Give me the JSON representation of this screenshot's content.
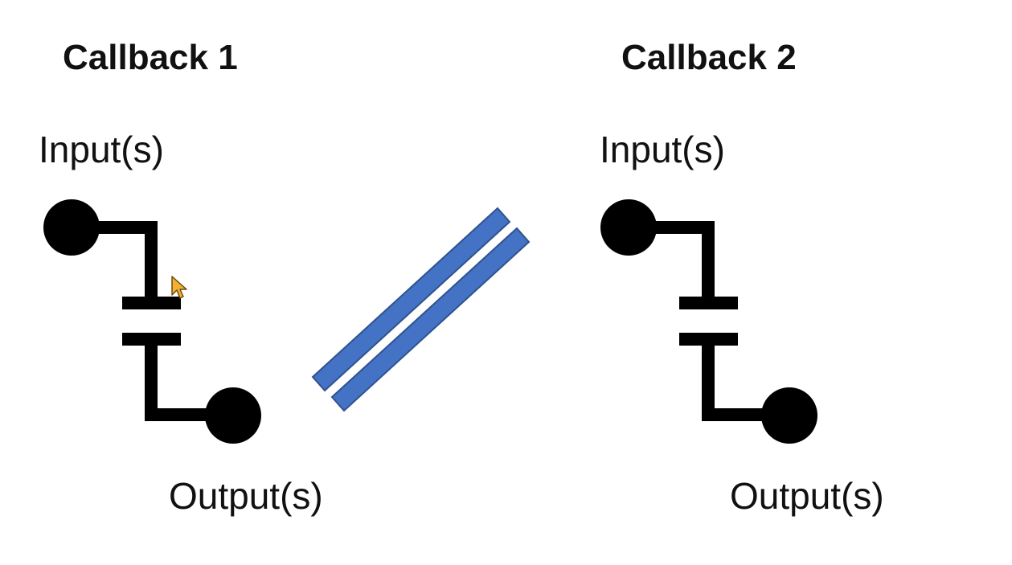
{
  "callbacks": [
    {
      "title": "Callback 1",
      "input_label": "Input(s)",
      "output_label": "Output(s)"
    },
    {
      "title": "Callback 2",
      "input_label": "Input(s)",
      "output_label": "Output(s)"
    }
  ],
  "colors": {
    "wire": "#000000",
    "separator": "#4472c4",
    "separator_edge": "#2f528f",
    "cursor": "#f2b134"
  },
  "icons": {
    "separator": "not-equal-slashes-icon",
    "cursor": "mouse-pointer-icon"
  }
}
